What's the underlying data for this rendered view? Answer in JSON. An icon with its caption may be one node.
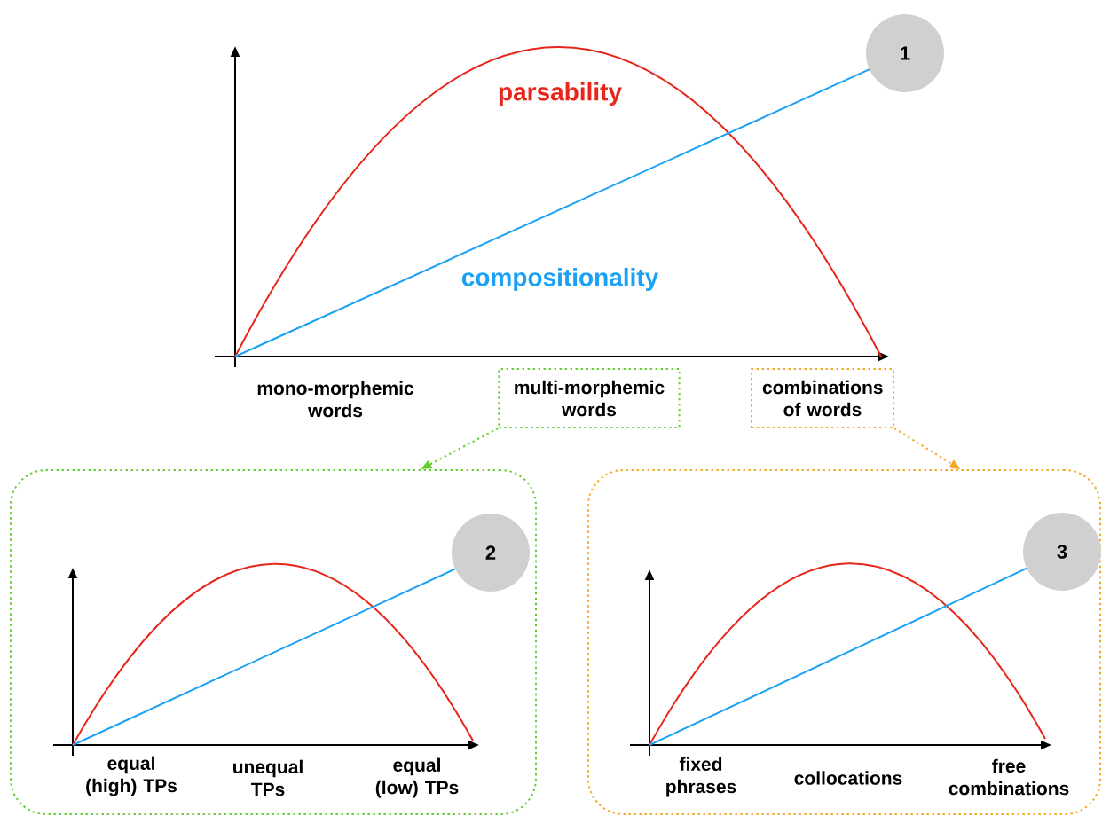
{
  "diagram": {
    "nodes": [
      {
        "text": [
          "multi-morphemic words"
        ]
      },
      {
        "text": [
          "combinations of words"
        ]
      },
      {
        "text": [],
        "shape": "box"
      },
      {
        "text": [],
        "shape": "box"
      },
      {
        "text": [
          "1"
        ]
      },
      {
        "text": [
          "2"
        ],
        "in": 2
      },
      {
        "text": [
          "3"
        ],
        "in": 3
      }
    ],
    "edges": [
      {
        "from": 0,
        "to": 2,
        "arrow": "to",
        "style": "dashed",
        "color": "#66cc33"
      },
      {
        "from": 1,
        "to": 3,
        "arrow": "to",
        "style": "dashed",
        "color": "#f5a623"
      }
    ],
    "labels": [
      "parsability",
      "compositionality",
      "mono-morphemic words",
      "equal (high) TPs",
      "unequal TPs",
      "equal (low) TPs",
      "fixed phrases",
      "collocations",
      "free combinations"
    ]
  }
}
